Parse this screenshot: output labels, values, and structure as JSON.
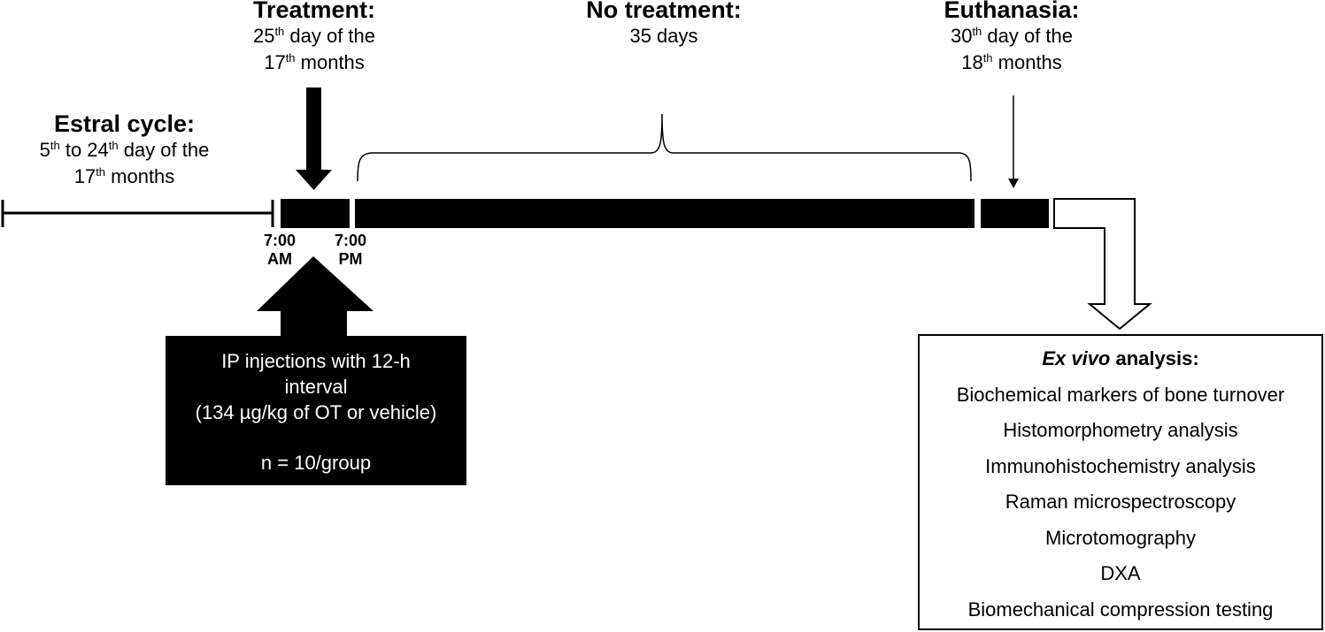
{
  "treatment": {
    "title": "Treatment:",
    "line1_pre": "25",
    "line1_sup": "th",
    "line1_post": " day of the",
    "line2_pre": "17",
    "line2_sup": "th",
    "line2_post": " months"
  },
  "no_treatment": {
    "title": "No treatment:",
    "line1": "35 days"
  },
  "euthanasia": {
    "title": "Euthanasia:",
    "line1_pre": "30",
    "line1_sup": "th",
    "line1_post": " day of the",
    "line2_pre": "18",
    "line2_sup": "th",
    "line2_post": " months"
  },
  "estral": {
    "title": "Estral cycle:",
    "l1_a": "5",
    "l1_a_sup": "th",
    "l1_b": " to 24",
    "l1_b_sup": "th",
    "l1_c": " day of the",
    "l2_pre": "17",
    "l2_sup": "th",
    "l2_post": " months"
  },
  "times": {
    "am_time": "7:00",
    "am_label": "AM",
    "pm_time": "7:00",
    "pm_label": "PM"
  },
  "ip_box": {
    "line1": "IP injections with 12-h",
    "line2": "interval",
    "line3": "(134 µg/kg of OT or vehicle)",
    "line4": "n = 10/group"
  },
  "analysis": {
    "title_italic": "Ex vivo",
    "title_rest": " analysis:",
    "items": [
      "Biochemical markers of bone turnover",
      "Histomorphometry analysis",
      "Immunohistochemistry analysis",
      "Raman microspectroscopy",
      "Microtomography",
      "DXA",
      "Biomechanical compression testing"
    ]
  },
  "colors": {
    "ink": "#000000",
    "paper": "#ffffff"
  }
}
